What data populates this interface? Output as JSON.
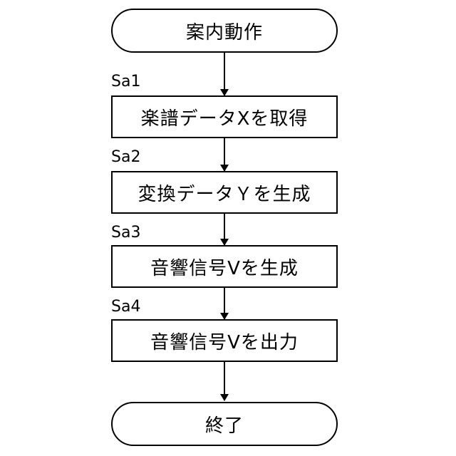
{
  "flowchart": {
    "start": "案内動作",
    "steps": [
      {
        "id": "Sa1",
        "text": "楽譜データXを取得"
      },
      {
        "id": "Sa2",
        "text": "変換データＹを生成"
      },
      {
        "id": "Sa3",
        "text": "音響信号Vを生成"
      },
      {
        "id": "Sa4",
        "text": "音響信号Vを出力"
      }
    ],
    "end": "終了"
  },
  "colors": {
    "stroke": "#000000",
    "background": "#ffffff"
  }
}
